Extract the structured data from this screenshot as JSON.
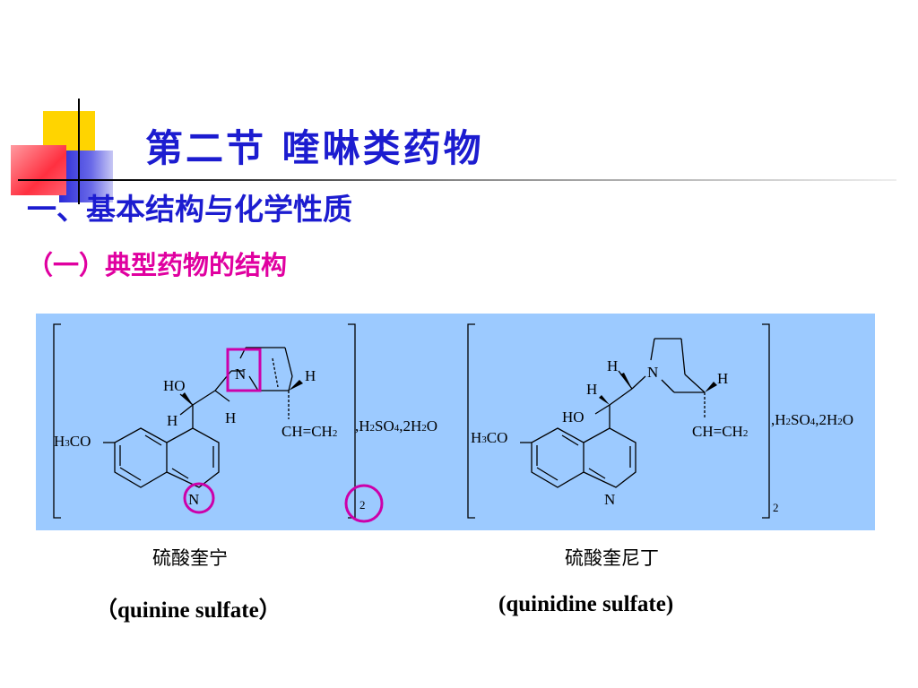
{
  "slide": {
    "title": "第二节  喹啉类药物",
    "heading1": "一、基本结构与化学性质",
    "heading2": "（一）典型药物的结构"
  },
  "colors": {
    "title": "#1c1cd0",
    "heading2": "#e000a0",
    "panel": "#9ccaff",
    "highlight": "#cc00aa"
  },
  "structures": [
    {
      "caption_cn": "硫酸奎宁",
      "caption_en": "（quinine sulfate）",
      "labels": {
        "n_bridge": "N",
        "h_right": "H",
        "ho": "HO",
        "h_left": "H",
        "h_bottom": "H",
        "vinyl": "CH=CH",
        "vinyl_sub": "2",
        "salt_a": ",H",
        "salt_b": "2",
        "salt_c": "SO",
        "salt_d": "4",
        "salt_e": ",2H",
        "salt_f": "2",
        "salt_g": "O",
        "meo_a": "H",
        "meo_b": "3",
        "meo_c": "CO",
        "n_ring": "N",
        "multiplier": "2"
      }
    },
    {
      "caption_cn": "硫酸奎尼丁",
      "caption_en": "(quinidine sulfate)",
      "labels": {
        "n_bridge": "N",
        "h_top": "H",
        "h_right": "H",
        "h_left": "H",
        "ho": "HO",
        "vinyl": "CH=CH",
        "vinyl_sub": "2",
        "salt_a": ",H",
        "salt_b": "2",
        "salt_c": "SO",
        "salt_d": "4",
        "salt_e": ",2H",
        "salt_f": "2",
        "salt_g": "O",
        "meo_a": "H",
        "meo_b": "3",
        "meo_c": "CO",
        "n_ring": "N",
        "multiplier": "2"
      }
    }
  ]
}
